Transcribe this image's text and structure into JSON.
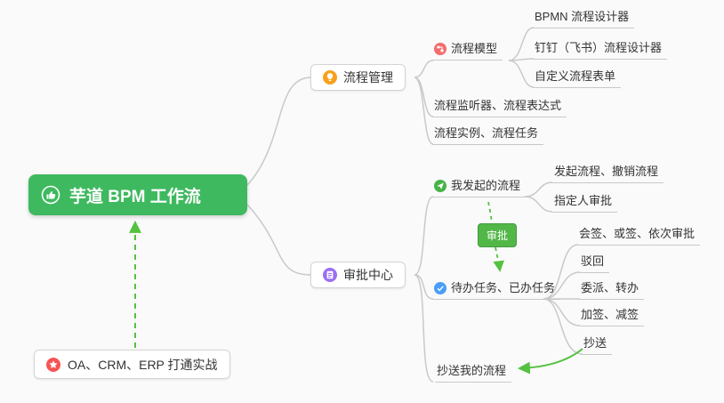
{
  "root": {
    "label": "芋道 BPM 工作流"
  },
  "relation_badge": {
    "label": "审批"
  },
  "note": {
    "label": "OA、CRM、ERP 打通实战"
  },
  "branches": [
    {
      "label": "流程管理",
      "children": [
        {
          "label": "流程模型",
          "children": [
            {
              "label": "BPMN 流程设计器"
            },
            {
              "label": "钉钉（飞书）流程设计器"
            },
            {
              "label": "自定义流程表单"
            }
          ]
        },
        {
          "label": "流程监听器、流程表达式"
        },
        {
          "label": "流程实例、流程任务"
        }
      ]
    },
    {
      "label": "审批中心",
      "children": [
        {
          "label": "我发起的流程",
          "children": [
            {
              "label": "发起流程、撤销流程"
            },
            {
              "label": "指定人审批"
            }
          ]
        },
        {
          "label": "待办任务、已办任务",
          "children": [
            {
              "label": "会签、或签、依次审批"
            },
            {
              "label": "驳回"
            },
            {
              "label": "委派、转办"
            },
            {
              "label": "加签、减签"
            },
            {
              "label": "抄送"
            }
          ]
        },
        {
          "label": "抄送我的流程"
        }
      ]
    }
  ],
  "icons": {
    "root": "thumbs-up-icon",
    "process_mgmt": "lightbulb-icon",
    "approval_center": "clipboard-icon",
    "process_model": "flow-model-icon",
    "my_initiated": "paper-plane-icon",
    "todo_done": "check-icon",
    "note": "star-icon"
  },
  "colors": {
    "background": "#fafafa",
    "root_bg": "#3eb95f",
    "connector_gray": "#c9c9c9",
    "arrow_green": "#55c140",
    "badge_bg": "#53b748",
    "icon_orange": "#f7a01d",
    "icon_purple": "#9a6ff2",
    "icon_red": "#f56c6c",
    "icon_green": "#47b347",
    "icon_blue": "#4b9ef7",
    "icon_star_red": "#f65454"
  }
}
